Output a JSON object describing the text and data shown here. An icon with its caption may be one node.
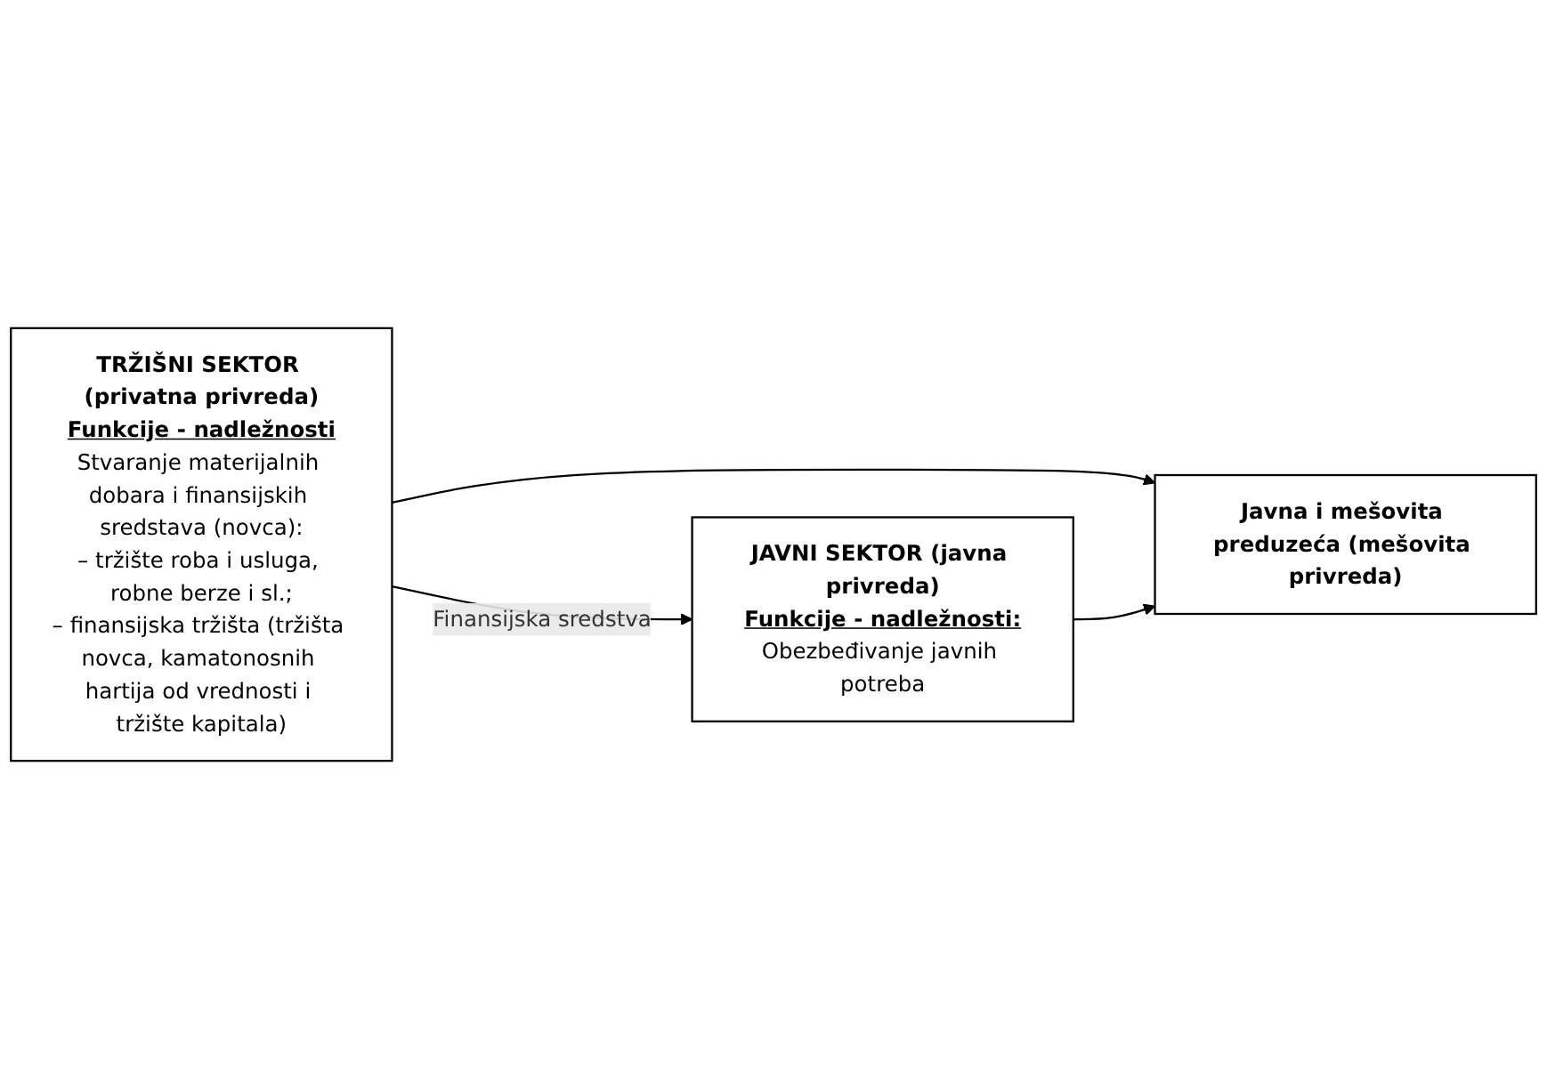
{
  "diagram": {
    "nodes": [
      {
        "text": [
          "TRŽIŠNI SEKTOR (privatna privreda)",
          "Funkcije - nadležnosti",
          "Stvaranje materijalnih dobara i finansijskih sredstava (novca):",
          "– tržište roba i usluga, robne berze i sl.;",
          "– finansijska tržišta (tržišta novca, kamatonosnih hartija od vrednosti i tržište kapitala)"
        ]
      },
      {
        "text": [
          "JAVNI SEKTOR (javna privreda)",
          "Funkcije - nadležnosti:",
          "Obezbeđivanje javnih potreba"
        ]
      },
      {
        "text": [
          "Javna i mešovita preduzeća (mešovita privreda)"
        ]
      }
    ],
    "edges": [
      {
        "from": 0,
        "to": 1,
        "arrow": "to",
        "label": "Finansijska sredstva"
      },
      {
        "from": 0,
        "to": 2,
        "arrow": "to"
      },
      {
        "from": 1,
        "to": 2,
        "arrow": "to"
      }
    ]
  }
}
